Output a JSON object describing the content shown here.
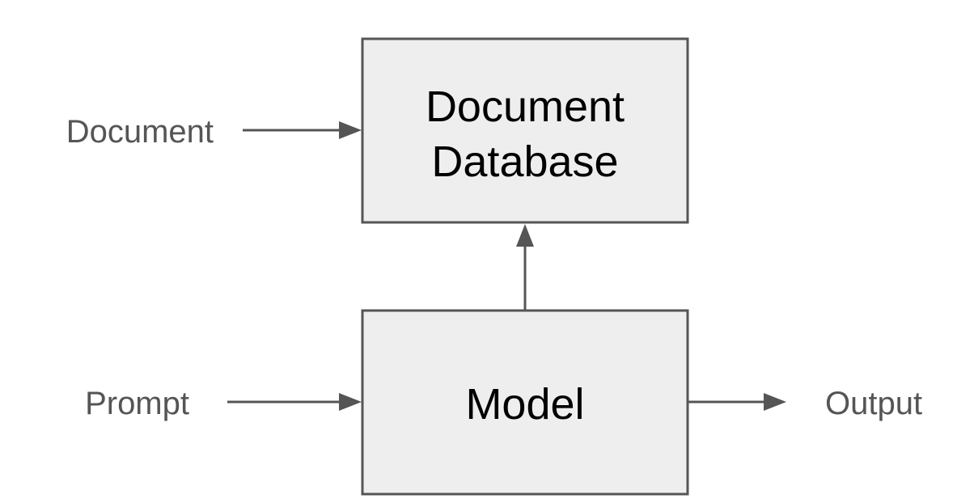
{
  "diagram": {
    "inputs": {
      "document": "Document",
      "prompt": "Prompt"
    },
    "output": "Output",
    "boxes": {
      "database": {
        "line1": "Document",
        "line2": "Database"
      },
      "model": {
        "label": "Model"
      }
    },
    "colors": {
      "box_fill": "#eeeeee",
      "stroke": "#555555",
      "box_text": "#000000",
      "side_text": "#555555"
    }
  }
}
